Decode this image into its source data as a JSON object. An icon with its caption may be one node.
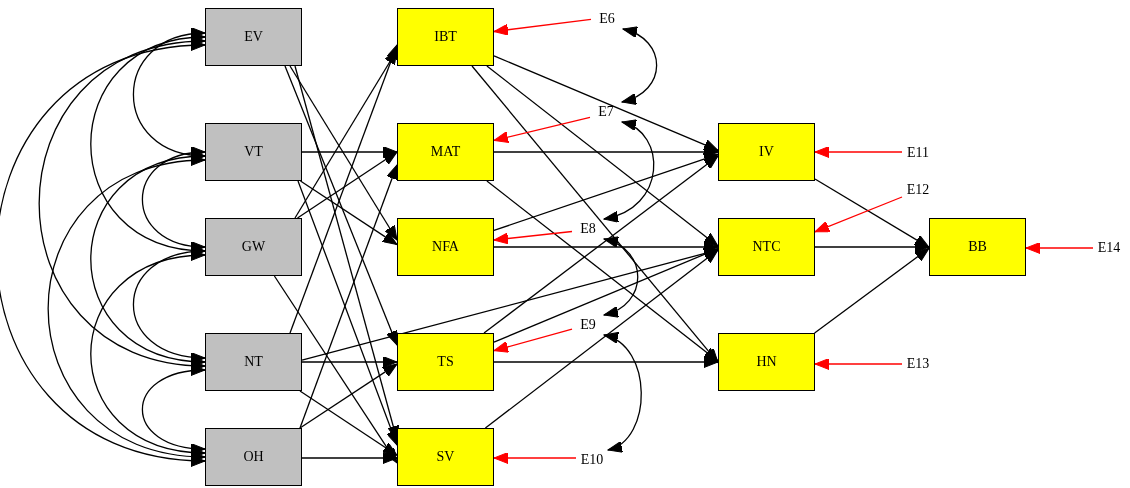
{
  "diagram": {
    "nodes": [
      {
        "text": [
          "EV"
        ]
      },
      {
        "text": [
          "VT"
        ]
      },
      {
        "text": [
          "GW"
        ]
      },
      {
        "text": [
          "NT"
        ]
      },
      {
        "text": [
          "OH"
        ]
      },
      {
        "text": [
          "IBT"
        ]
      },
      {
        "text": [
          "MAT"
        ]
      },
      {
        "text": [
          "NFA"
        ]
      },
      {
        "text": [
          "TS"
        ]
      },
      {
        "text": [
          "SV"
        ]
      },
      {
        "text": [
          "IV"
        ]
      },
      {
        "text": [
          "NTC"
        ]
      },
      {
        "text": [
          "HN"
        ]
      },
      {
        "text": [
          "BB"
        ]
      },
      {
        "text": [
          "E6"
        ]
      },
      {
        "text": [
          "E7"
        ]
      },
      {
        "text": [
          "E8"
        ]
      },
      {
        "text": [
          "E9"
        ]
      },
      {
        "text": [
          "E10"
        ]
      },
      {
        "text": [
          "E11"
        ]
      },
      {
        "text": [
          "E12"
        ]
      },
      {
        "text": [
          "E13"
        ]
      },
      {
        "text": [
          "E14"
        ]
      }
    ],
    "edges": [
      {
        "from": 0,
        "to": 1,
        "arrow": "both"
      },
      {
        "from": 0,
        "to": 2,
        "arrow": "both"
      },
      {
        "from": 0,
        "to": 3,
        "arrow": "both"
      },
      {
        "from": 0,
        "to": 4,
        "arrow": "both"
      },
      {
        "from": 1,
        "to": 2,
        "arrow": "both"
      },
      {
        "from": 1,
        "to": 3,
        "arrow": "both"
      },
      {
        "from": 1,
        "to": 4,
        "arrow": "both"
      },
      {
        "from": 2,
        "to": 3,
        "arrow": "both"
      },
      {
        "from": 2,
        "to": 4,
        "arrow": "both"
      },
      {
        "from": 3,
        "to": 4,
        "arrow": "both"
      },
      {
        "from": 0,
        "to": 7,
        "arrow": "to"
      },
      {
        "from": 0,
        "to": 8,
        "arrow": "to"
      },
      {
        "from": 0,
        "to": 9,
        "arrow": "to"
      },
      {
        "from": 1,
        "to": 6,
        "arrow": "to"
      },
      {
        "from": 1,
        "to": 7,
        "arrow": "to"
      },
      {
        "from": 1,
        "to": 9,
        "arrow": "to"
      },
      {
        "from": 2,
        "to": 5,
        "arrow": "to"
      },
      {
        "from": 2,
        "to": 6,
        "arrow": "to"
      },
      {
        "from": 2,
        "to": 9,
        "arrow": "to"
      },
      {
        "from": 3,
        "to": 5,
        "arrow": "to"
      },
      {
        "from": 3,
        "to": 8,
        "arrow": "to"
      },
      {
        "from": 3,
        "to": 9,
        "arrow": "to"
      },
      {
        "from": 3,
        "to": 11,
        "arrow": "to"
      },
      {
        "from": 4,
        "to": 6,
        "arrow": "to"
      },
      {
        "from": 4,
        "to": 8,
        "arrow": "to"
      },
      {
        "from": 4,
        "to": 9,
        "arrow": "to"
      },
      {
        "from": 5,
        "to": 10,
        "arrow": "to"
      },
      {
        "from": 5,
        "to": 11,
        "arrow": "to"
      },
      {
        "from": 5,
        "to": 12,
        "arrow": "to"
      },
      {
        "from": 6,
        "to": 10,
        "arrow": "to"
      },
      {
        "from": 6,
        "to": 12,
        "arrow": "to"
      },
      {
        "from": 7,
        "to": 10,
        "arrow": "to"
      },
      {
        "from": 7,
        "to": 11,
        "arrow": "to"
      },
      {
        "from": 8,
        "to": 10,
        "arrow": "to"
      },
      {
        "from": 8,
        "to": 11,
        "arrow": "to"
      },
      {
        "from": 8,
        "to": 12,
        "arrow": "to"
      },
      {
        "from": 9,
        "to": 11,
        "arrow": "to"
      },
      {
        "from": 10,
        "to": 13,
        "arrow": "to"
      },
      {
        "from": 11,
        "to": 13,
        "arrow": "to"
      },
      {
        "from": 12,
        "to": 13,
        "arrow": "to"
      },
      {
        "from": 14,
        "to": 5,
        "arrow": "to",
        "color": "#ff0000"
      },
      {
        "from": 15,
        "to": 6,
        "arrow": "to",
        "color": "#ff0000"
      },
      {
        "from": 16,
        "to": 7,
        "arrow": "to",
        "color": "#ff0000"
      },
      {
        "from": 17,
        "to": 8,
        "arrow": "to",
        "color": "#ff0000"
      },
      {
        "from": 18,
        "to": 9,
        "arrow": "to",
        "color": "#ff0000"
      },
      {
        "from": 19,
        "to": 10,
        "arrow": "to",
        "color": "#ff0000"
      },
      {
        "from": 20,
        "to": 11,
        "arrow": "to",
        "color": "#ff0000"
      },
      {
        "from": 21,
        "to": 12,
        "arrow": "to",
        "color": "#ff0000"
      },
      {
        "from": 22,
        "to": 13,
        "arrow": "to",
        "color": "#ff0000"
      },
      {
        "from": 14,
        "to": 15,
        "arrow": "both"
      },
      {
        "from": 15,
        "to": 16,
        "arrow": "both"
      },
      {
        "from": 16,
        "to": 17,
        "arrow": "both"
      },
      {
        "from": 17,
        "to": 18,
        "arrow": "both"
      }
    ]
  }
}
